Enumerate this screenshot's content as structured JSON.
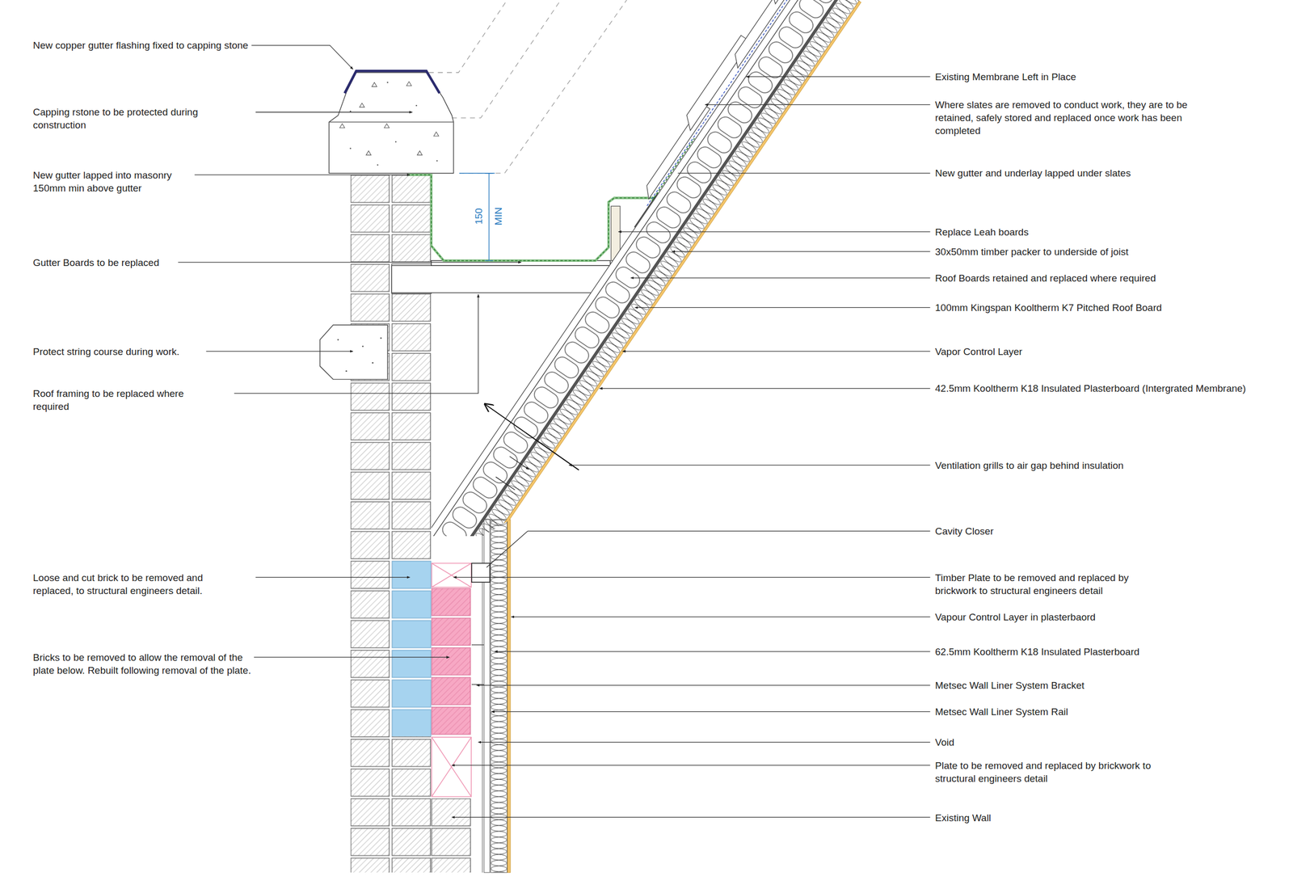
{
  "diagram": {
    "labels": [
      "New copper gutter flashing fixed to capping stone",
      "Capping rstone to be protected during construction",
      "New gutter lapped into masonry 150mm min above gutter",
      "Gutter Boards to be replaced",
      "Protect string course during work.",
      "Roof framing to be replaced where required",
      "Loose and cut brick to be removed and replaced, to structural engineers detail.",
      "Bricks to be removed to allow the removal of the plate below. Rebuilt following removal of the plate.",
      "Existing Membrane Left in Place",
      "Where slates are removed to conduct work, they are to be retained, safely stored and replaced once work has been completed",
      "New gutter and underlay lapped under slates",
      "Replace Leah boards",
      "30x50mm timber packer to underside of joist",
      "Roof Boards retained and replaced where required",
      "100mm Kingspan Kooltherm K7 Pitched Roof Board",
      "Vapor Control Layer",
      "42.5mm Kooltherm K18 Insulated Plasterboard (Intergrated Membrane)",
      "Ventilation grills to air gap behind insulation",
      "Cavity Closer",
      "Timber Plate to be removed and replaced by brickwork to structural engineers detail",
      "Vapour Control Layer in plasterbaord",
      "62.5mm Kooltherm K18 Insulated Plasterboard",
      "Metsec Wall Liner System Bracket",
      "Metsec Wall Liner System Rail",
      "Void",
      "Plate to be removed and replaced by brickwork to structural engineers detail",
      "Existing Wall",
      "150",
      "MIN"
    ]
  }
}
